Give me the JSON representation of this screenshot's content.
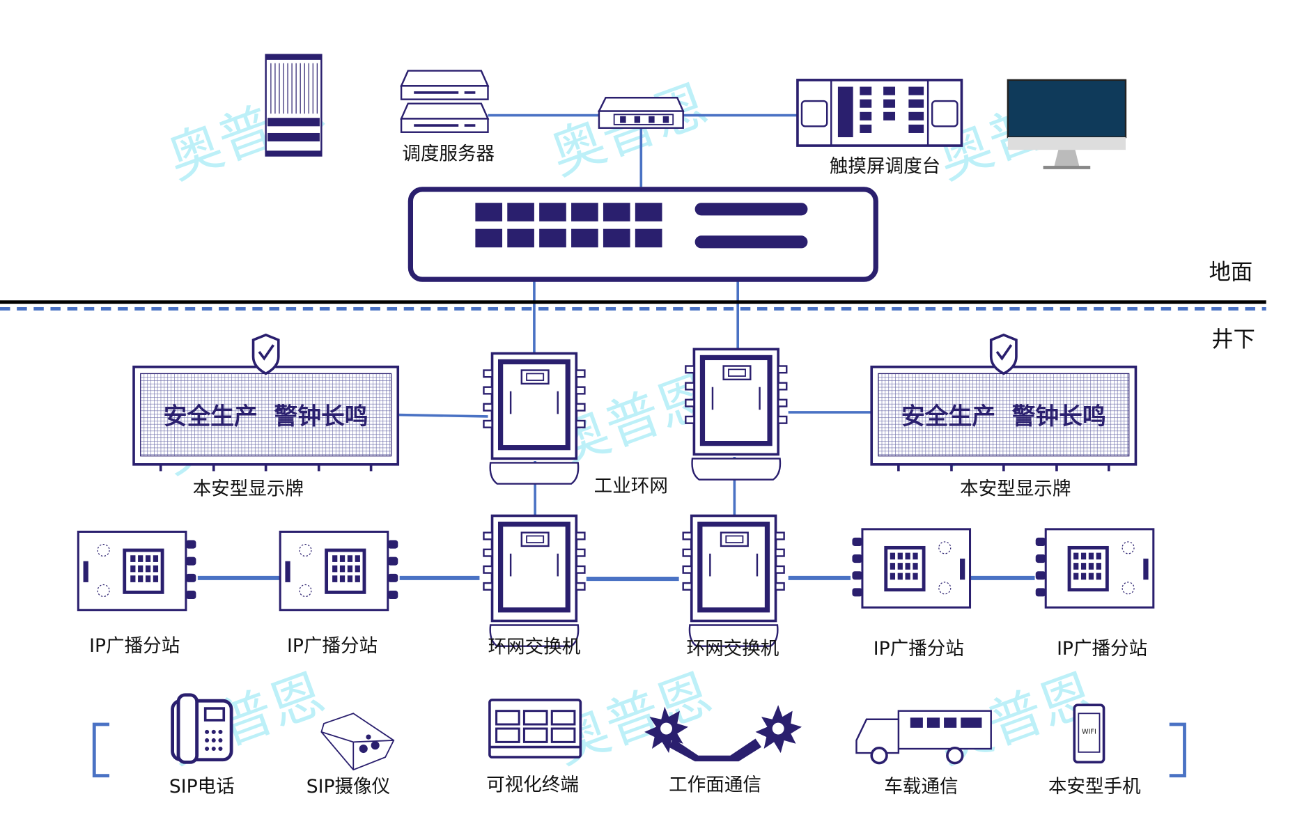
{
  "colors": {
    "navy": "#2a1f6e",
    "link": "#4a72c4",
    "watermark": "#6fe0f0"
  },
  "watermark": "奥普恩",
  "surface": {
    "zone_label": "地面",
    "server_label": "调度服务器",
    "console_label": "触摸屏调度台"
  },
  "underground": {
    "zone_label": "井下",
    "ring_label": "工业环网",
    "led_sign_text": "安全生产  警钟长鸣",
    "display_label": "本安型显示牌",
    "switch_label": "环网交换机",
    "station_label": "IP广播分站"
  },
  "terminals": [
    {
      "label": "SIP电话",
      "icon": "sip-phone-icon"
    },
    {
      "label": "SIP摄像仪",
      "icon": "camera-icon"
    },
    {
      "label": "可视化终端",
      "icon": "visual-terminal-icon"
    },
    {
      "label": "工作面通信",
      "icon": "shearer-icon"
    },
    {
      "label": "车载通信",
      "icon": "truck-icon"
    },
    {
      "label": "本安型手机",
      "icon": "mobile-phone-icon"
    }
  ],
  "phone_screen_text": "WIFI"
}
